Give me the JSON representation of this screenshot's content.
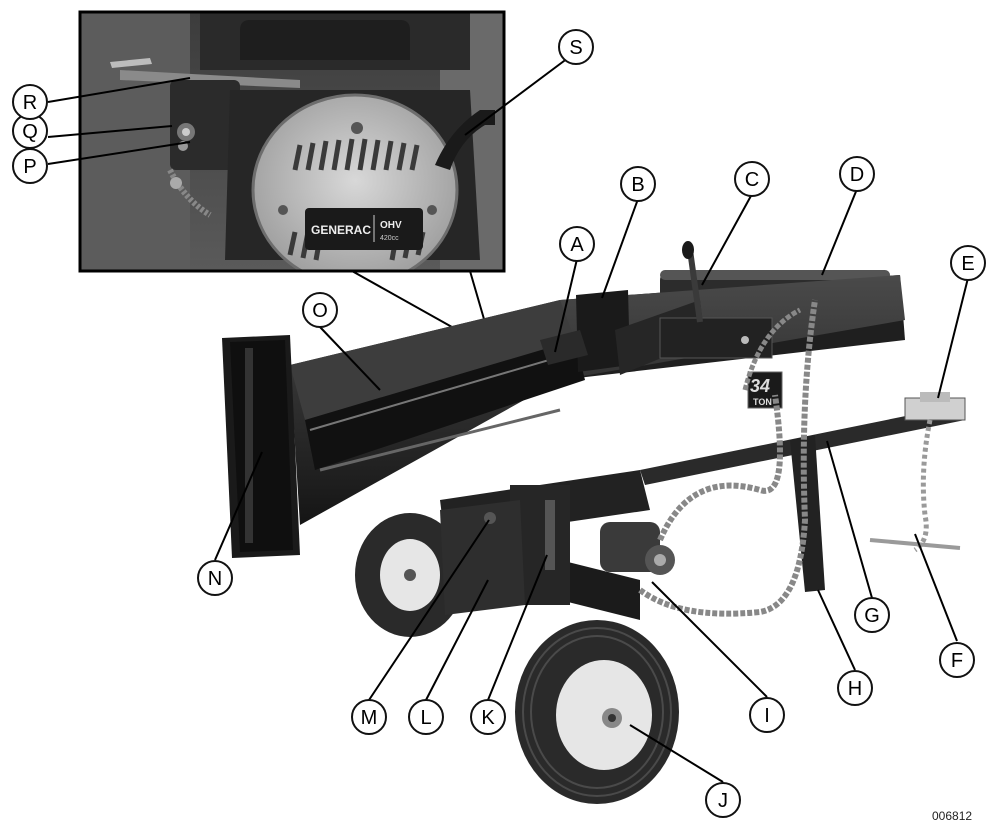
{
  "figure": {
    "code": "006812",
    "inset_badge": {
      "brand": "GENERAC",
      "line1": "OHV",
      "line2": "420cc"
    },
    "tonnage_badge": {
      "number": "34",
      "unit": "TON"
    }
  },
  "callouts": [
    {
      "letter": "A"
    },
    {
      "letter": "B"
    },
    {
      "letter": "C"
    },
    {
      "letter": "D"
    },
    {
      "letter": "E"
    },
    {
      "letter": "F"
    },
    {
      "letter": "G"
    },
    {
      "letter": "H"
    },
    {
      "letter": "I"
    },
    {
      "letter": "J"
    },
    {
      "letter": "K"
    },
    {
      "letter": "L"
    },
    {
      "letter": "M"
    },
    {
      "letter": "N"
    },
    {
      "letter": "O"
    },
    {
      "letter": "P"
    },
    {
      "letter": "Q"
    },
    {
      "letter": "R"
    },
    {
      "letter": "S"
    }
  ],
  "colors": {
    "machine_dark": "#1c1c1c",
    "machine_mid": "#3a3a3a",
    "tire": "#2a2a2a",
    "rim": "#e6e6e6",
    "inset_bg": "#4a4a4a",
    "callout_stroke": "#111111",
    "callout_fill": "#ffffff"
  }
}
